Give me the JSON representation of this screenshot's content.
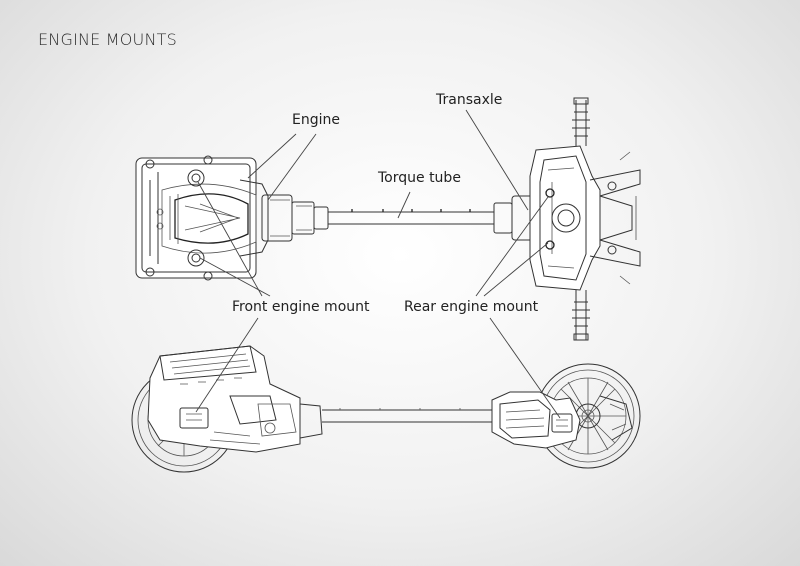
{
  "title": "ENGINE MOUNTS",
  "labels": {
    "engine": "Engine",
    "transaxle": "Transaxle",
    "torque_tube": "Torque tube",
    "front_engine_mount": "Front engine mount",
    "rear_engine_mount": "Rear engine mount"
  }
}
